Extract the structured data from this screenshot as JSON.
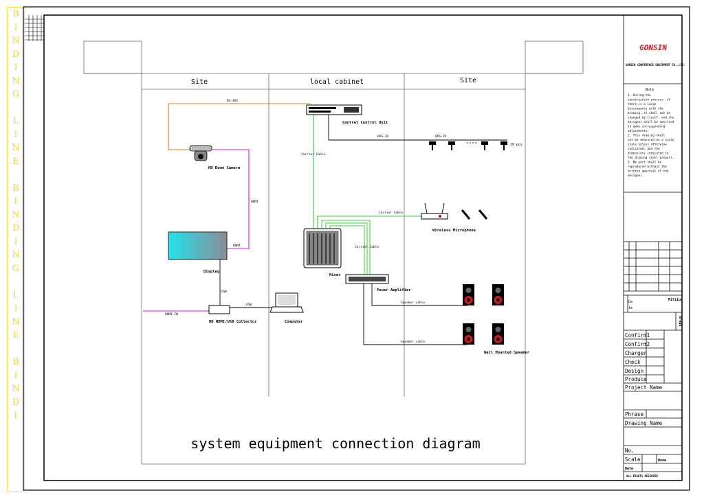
{
  "sidebar": {
    "binding_text": "BINDING LINE BINDING LINE BINDI"
  },
  "diagram": {
    "title": "system equipment connection diagram",
    "zones": {
      "site_left": "Site",
      "cabinet": "local cabinet",
      "site_right": "Site"
    },
    "devices": {
      "central_unit": "Central Control Unit",
      "camera": "HD Dome Camera",
      "display": "Display",
      "mixer": "Mixer",
      "power_amplifier": "Power Amplifier",
      "collector": "HD HDMI/USB Collector",
      "computer": "Computer",
      "wireless_mic": "Wireless Microphone",
      "wall_speaker": "Wall Mounted Speaker",
      "delegate_units": "10 pcs"
    },
    "cables": {
      "camera_control": "RS-485",
      "hdmi_vertical": "HDMI",
      "hdmi_display": "HDMI",
      "carrier_central": "Carrier Cable",
      "carrier_wireless": "Carrier Cable",
      "carrier_amp": "Carrier Cable",
      "usb_display": "USB",
      "usb_computer": "USB",
      "hdmi_in": "HDMI IN",
      "speaker_cable_1": "Speaker cable",
      "speaker_cable_2": "Speaker cable",
      "bus_main": "BPS-ID",
      "bus_node": "BPS-ID"
    },
    "colors": {
      "hdmi": "#d81ad8",
      "carrier": "#33cc33",
      "control": "#e07a18",
      "display_left": "#22e3ea",
      "display_right": "#8c8c96",
      "speaker_red": "#cc1b1b"
    }
  },
  "title_block": {
    "brand": "GONSIN",
    "company": "GONSIN CONFERENCE EQUIPMENT CO.,LTD.",
    "notes_title": "Note",
    "notes": [
      "1.   During the",
      "construction process, if",
      "there is a large",
      "discrepancy with the",
      "drawing, it shall not be",
      "changed by itself, and the",
      "designer shall be notified",
      "to make corresponding",
      "adjustments.",
      "2.   This drawing shall",
      "not be measured on a scale",
      "scale unless otherwise",
      "indicated, and the",
      "dimensions indicated in",
      "the drawing shall prevail.",
      "3.   No part shall be",
      "reproduced without the",
      "written approval of the",
      "designer."
    ],
    "sig_labels": {
      "left1": "Da",
      "left2": "te",
      "right": "Million",
      "vertical": "Grade"
    },
    "rows": [
      "Confirm1",
      "Confirm2",
      "Charger",
      "Check",
      "Design",
      "Produce"
    ],
    "project_name": "Project Name",
    "phrase": "Phrase",
    "drawing_name": "Drawing Name",
    "no": "No.",
    "scale": "Scale",
    "scale_value": "None",
    "date": "Date",
    "copyright": "ALL RIGHTS RESERVED"
  }
}
